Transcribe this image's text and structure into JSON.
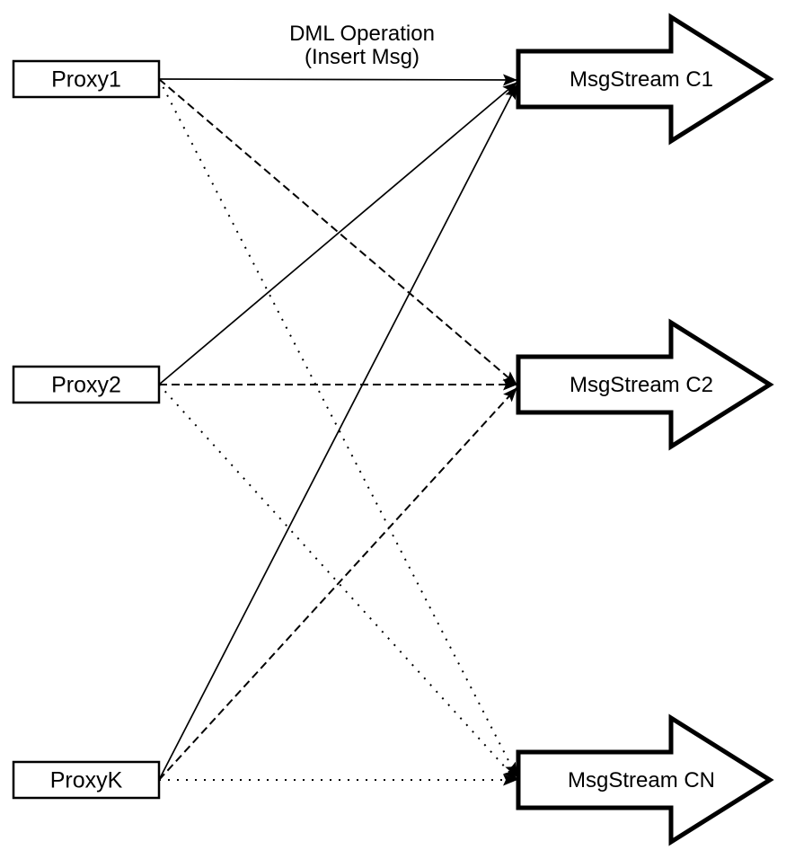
{
  "diagram": {
    "background_color": "#ffffff",
    "stroke_color": "#000000",
    "annotation": {
      "line1": "DML Operation",
      "line2": "(Insert Msg)"
    },
    "proxies": [
      {
        "id": "proxy1",
        "label": "Proxy1"
      },
      {
        "id": "proxy2",
        "label": "Proxy2"
      },
      {
        "id": "proxyk",
        "label": "ProxyK"
      }
    ],
    "streams": [
      {
        "id": "c1",
        "label": "MsgStream C1"
      },
      {
        "id": "c2",
        "label": "MsgStream C2"
      },
      {
        "id": "cn",
        "label": "MsgStream CN"
      }
    ],
    "edges": [
      {
        "from": "Proxy1",
        "to": "MsgStream C1",
        "style": "solid",
        "label": "DML Operation (Insert Msg)"
      },
      {
        "from": "Proxy1",
        "to": "MsgStream C2",
        "style": "dashed",
        "label": ""
      },
      {
        "from": "Proxy1",
        "to": "MsgStream CN",
        "style": "dotted",
        "label": ""
      },
      {
        "from": "Proxy2",
        "to": "MsgStream C1",
        "style": "solid",
        "label": ""
      },
      {
        "from": "Proxy2",
        "to": "MsgStream C2",
        "style": "dashed",
        "label": ""
      },
      {
        "from": "Proxy2",
        "to": "MsgStream CN",
        "style": "dotted",
        "label": ""
      },
      {
        "from": "ProxyK",
        "to": "MsgStream C1",
        "style": "solid",
        "label": ""
      },
      {
        "from": "ProxyK",
        "to": "MsgStream C2",
        "style": "dashed",
        "label": ""
      },
      {
        "from": "ProxyK",
        "to": "MsgStream CN",
        "style": "dotted",
        "label": ""
      }
    ]
  }
}
